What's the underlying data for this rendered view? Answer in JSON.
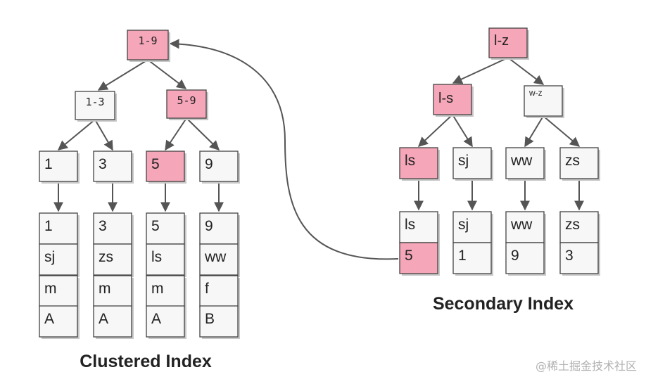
{
  "colors": {
    "highlight": "#f5a6b8",
    "plain": "#f7f7f7",
    "edge": "#555555"
  },
  "clustered": {
    "caption": "Clustered Index",
    "root": "1-9",
    "mid_left": "1-3",
    "mid_right": "5-9",
    "leaves": [
      "1",
      "3",
      "5",
      "9"
    ],
    "records": [
      [
        "1",
        "sj",
        "m",
        "A"
      ],
      [
        "3",
        "zs",
        "m",
        "A"
      ],
      [
        "5",
        "ls",
        "m",
        "A"
      ],
      [
        "9",
        "ww",
        "f",
        "B"
      ]
    ]
  },
  "secondary": {
    "caption": "Secondary Index",
    "root": "l-z",
    "mid_left": "l-s",
    "mid_right": "w-z",
    "leaves": [
      "ls",
      "sj",
      "ww",
      "zs"
    ],
    "records": [
      [
        "ls",
        "5"
      ],
      [
        "sj",
        "1"
      ],
      [
        "ww",
        "9"
      ],
      [
        "zs",
        "3"
      ]
    ]
  },
  "watermark": "@稀土掘金技术社区"
}
